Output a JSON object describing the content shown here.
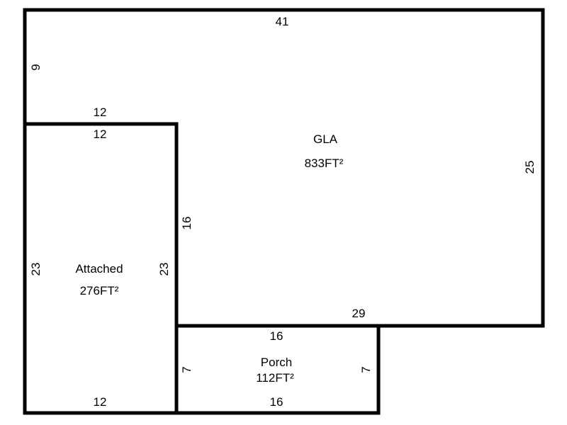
{
  "areas": {
    "gla": {
      "name": "GLA",
      "area": "833FT²"
    },
    "attached": {
      "name": "Attached",
      "area": "276FT²"
    },
    "porch": {
      "name": "Porch",
      "area": "112FT²"
    }
  },
  "dimensions": {
    "gla_top": "41",
    "gla_left": "9",
    "gla_step_top": "12",
    "gla_right": "25",
    "gla_inner_left": "16",
    "gla_bottom": "29",
    "attached_top": "12",
    "attached_left": "23",
    "attached_right": "23",
    "attached_bottom": "12",
    "porch_top": "16",
    "porch_left": "7",
    "porch_right": "7",
    "porch_bottom": "16"
  }
}
